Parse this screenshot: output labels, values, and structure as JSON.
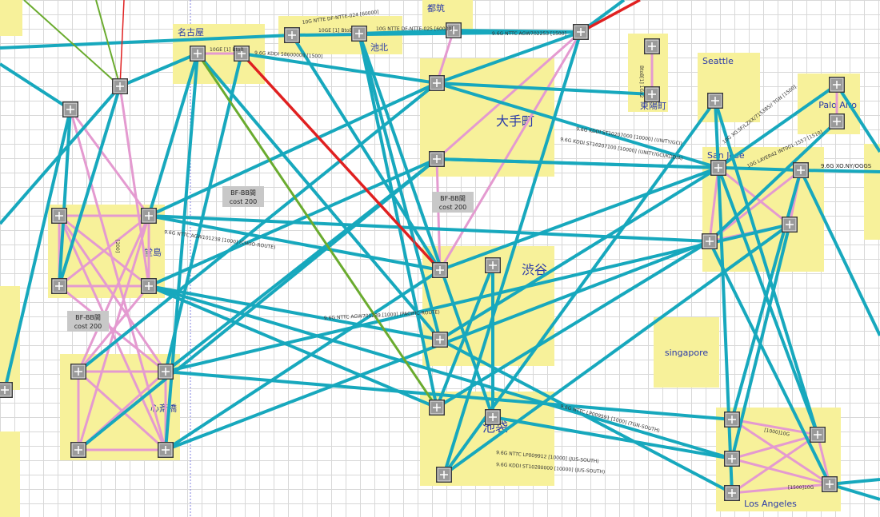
{
  "colors": {
    "teal": "#17a8bd",
    "pink": "#e49ad0",
    "red": "#e02020",
    "green": "#6aab2e",
    "region": "#f7f19a",
    "node": "#8a8a8a"
  },
  "regions": [
    {
      "id": "nagoya",
      "label": "名古屋"
    },
    {
      "id": "ikekita",
      "label": "池北"
    },
    {
      "id": "tsuzuki",
      "label": "都筑"
    },
    {
      "id": "toyocho",
      "label": "東陽町"
    },
    {
      "id": "otemachi",
      "label": "大手町"
    },
    {
      "id": "seattle",
      "label": "Seattle"
    },
    {
      "id": "paloalto",
      "label": "Palo Alto"
    },
    {
      "id": "sanjose",
      "label": "San Jose"
    },
    {
      "id": "dojima",
      "label": "堂島"
    },
    {
      "id": "shinsaibashi",
      "label": "心斎橋"
    },
    {
      "id": "shibuya",
      "label": "渋谷"
    },
    {
      "id": "ikebukuro",
      "label": "池袋"
    },
    {
      "id": "singapore",
      "label": "singapore"
    },
    {
      "id": "losangeles",
      "label": "Los Angeles"
    }
  ],
  "cost_labels": [
    {
      "line1": "BF-BB間",
      "line2": "cost 200"
    },
    {
      "line1": "BF-BB間",
      "line2": "cost 200"
    },
    {
      "line1": "BF-BB間",
      "line2": "cost 200"
    }
  ],
  "link_labels": [
    "10GE [1] BtoB",
    "10GE [1] BtoB",
    "10G NTTE DF-NTTE-024 [60000]",
    "10G NTTE DF-NTTE-025 [60000]",
    "9.6G KDDI 58600000 [1500]",
    "9.6G NTTC AGW702253 [1500]",
    "9.6G KDDI ST10207000 [10000] (UNITY/GCI)",
    "9.6G KDDI ST10207100 [10000] (UNITY/GCI/KDDIA)",
    "9.6G NTTC AGW101238 [1000] (CHUO-ROUTE)",
    "9.6G NTTC AGW701239 [1000] (PACIFIC-ROUTE)",
    "9.6G NTTC LP009591 [1000] (TGN-SOUTH)",
    "9.6G NTTC LP009912 [10000] (JUS-SOUTH)",
    "9.6G KDDI ST10280000 [10000] (JUS-SOUTH)",
    "10G XO.SF/LZXX/715385// TGN [1500]",
    "10G LAYER42 INT001-1557 [1510]",
    "9.6G XO.NY/OGGS",
    "[1000]10G",
    "[1500]10G",
    "[200]",
    "BtoB[1] 1Gx2"
  ]
}
